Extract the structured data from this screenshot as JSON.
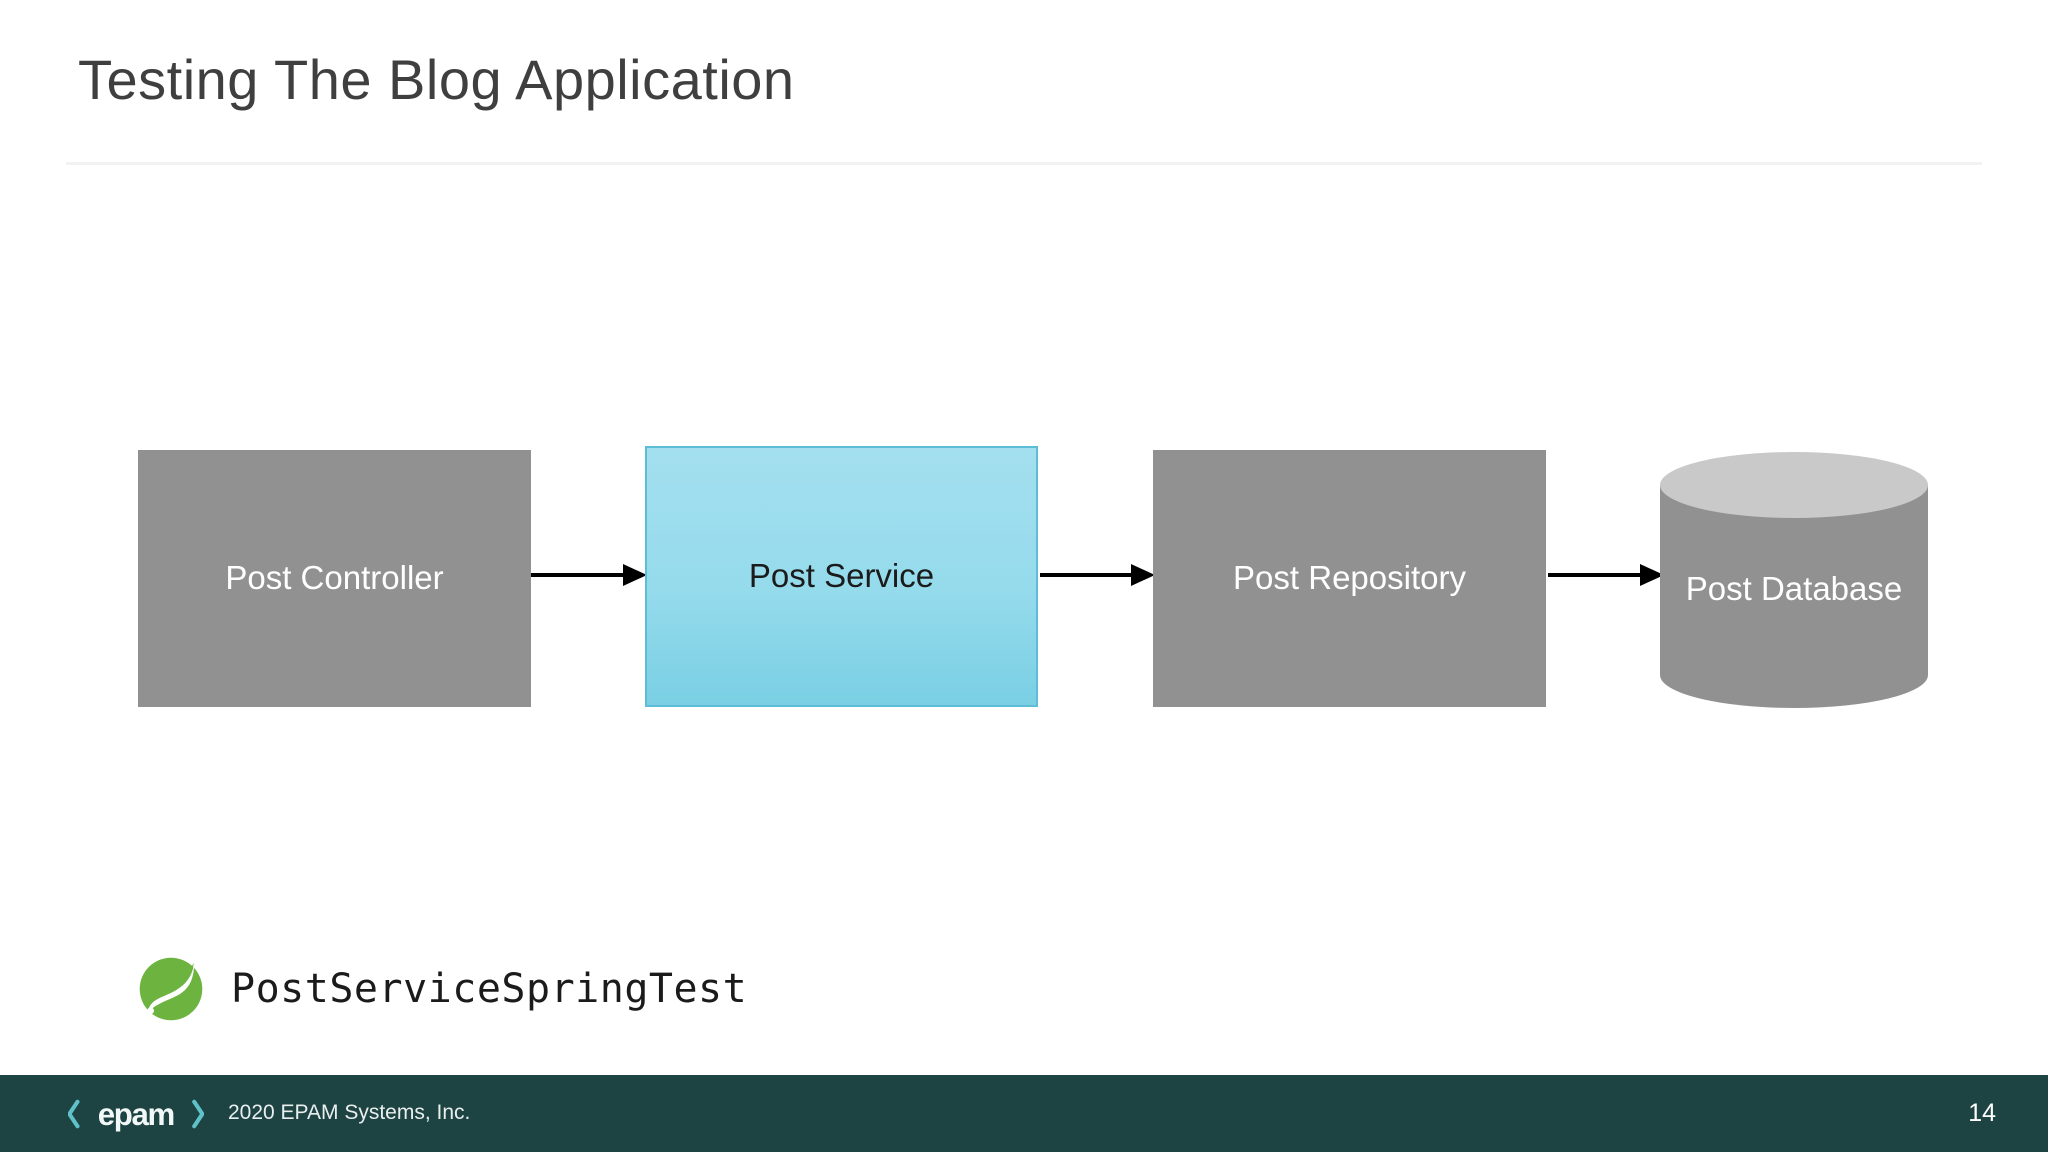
{
  "slide": {
    "title": "Testing The Blog Application",
    "page_number": "14",
    "background_color": "#ffffff"
  },
  "diagram": {
    "type": "flow",
    "nodes": [
      {
        "id": "post-controller",
        "label": "Post Controller",
        "shape": "rectangle",
        "fill": "#919191",
        "text_color": "#ffffff",
        "highlighted": false
      },
      {
        "id": "post-service",
        "label": "Post Service",
        "shape": "rectangle",
        "fill": "#95dbec",
        "text_color": "#1b1b1b",
        "highlighted": true
      },
      {
        "id": "post-repository",
        "label": "Post Repository",
        "shape": "rectangle",
        "fill": "#919191",
        "text_color": "#ffffff",
        "highlighted": false
      },
      {
        "id": "post-database",
        "label": "Post Database",
        "shape": "cylinder",
        "fill": "#919191",
        "text_color": "#ffffff",
        "highlighted": false
      }
    ],
    "edges": [
      {
        "from": "post-controller",
        "to": "post-service",
        "style": "arrow",
        "color": "#000000"
      },
      {
        "from": "post-service",
        "to": "post-repository",
        "style": "arrow",
        "color": "#000000"
      },
      {
        "from": "post-repository",
        "to": "post-database",
        "style": "arrow",
        "color": "#000000"
      }
    ]
  },
  "caption": {
    "icon": "spring-leaf-logo",
    "text": "PostServiceSpringTest",
    "icon_color": "#6db33f"
  },
  "footer": {
    "brand": "epam",
    "copyright": "2020 EPAM Systems, Inc.",
    "page": "14",
    "background_color": "#1d4442",
    "accent_color": "#5fc2c9"
  }
}
